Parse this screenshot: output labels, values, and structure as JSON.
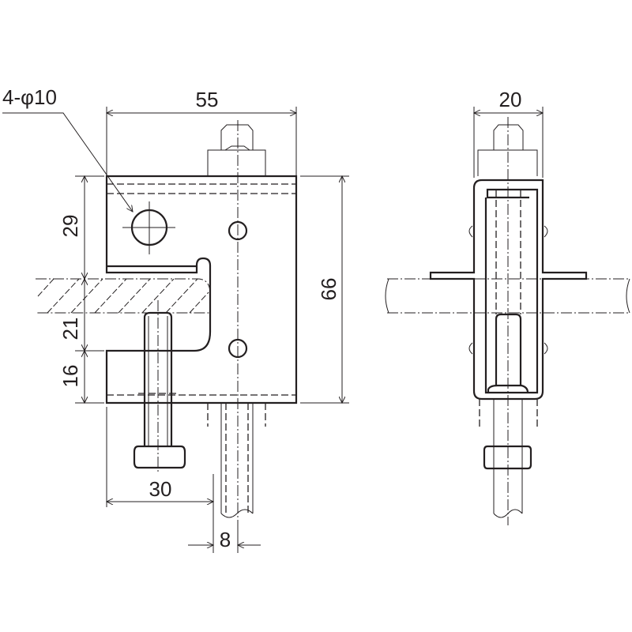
{
  "dimensions": {
    "hole_callout": "4-φ10",
    "width": "55",
    "depth": "20",
    "upper_jaw": "29",
    "height": "66",
    "flange_gap": "21",
    "lower_jaw": "16",
    "bolt_offset": "30",
    "rod_gap": "8"
  }
}
